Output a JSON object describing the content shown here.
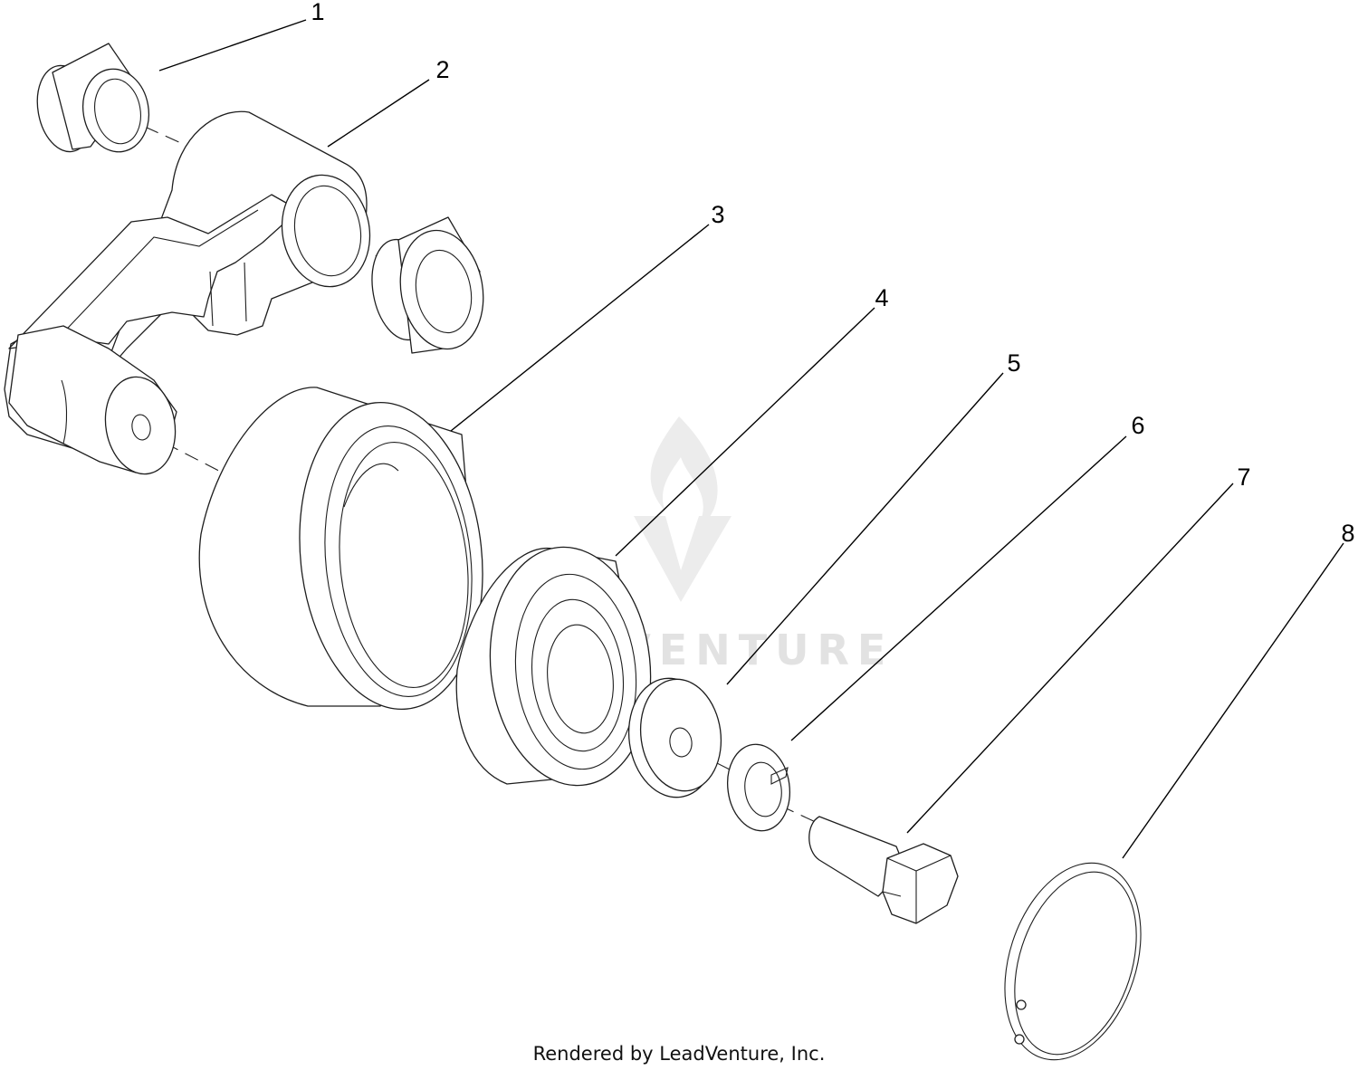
{
  "diagram": {
    "callouts": [
      "1",
      "2",
      "3",
      "4",
      "5",
      "6",
      "7",
      "8"
    ],
    "watermark": "LEADVENTURE",
    "credit": "Rendered by LeadVenture, Inc."
  },
  "colors": {
    "line": "#1e1e1e",
    "watermark": "#e2e2e2",
    "background": "#ffffff"
  }
}
